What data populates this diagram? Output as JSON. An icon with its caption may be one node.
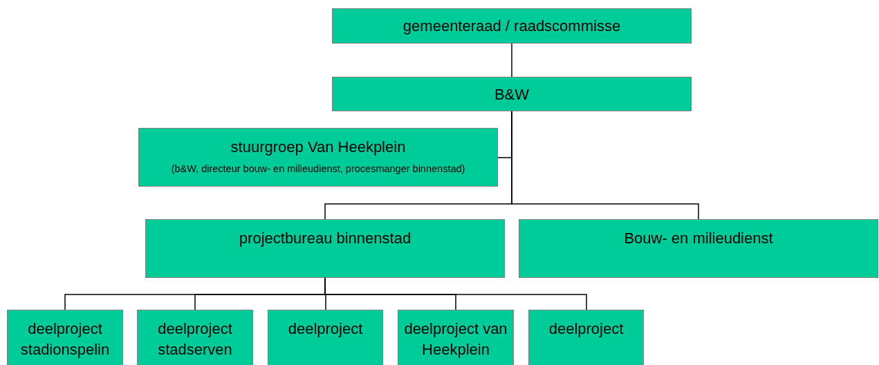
{
  "diagram": {
    "nodes": [
      {
        "text": [
          "gemeenteraad / raadscommisse"
        ]
      },
      {
        "text": [
          "B&W"
        ]
      },
      {
        "text": [
          "stuurgroep Van Heekplein",
          "(b&W, directeur bouw- en milieudienst, procesmanger binnenstad)"
        ]
      },
      {
        "text": [
          "projectbureau binnenstad"
        ]
      },
      {
        "text": [
          "Bouw- en milieudienst"
        ]
      },
      {
        "text": [
          "deelproject stadionspelin"
        ]
      },
      {
        "text": [
          "deelproject stadserven"
        ]
      },
      {
        "text": [
          "deelproject"
        ]
      },
      {
        "text": [
          "deelproject van Heekplein"
        ]
      },
      {
        "text": [
          "deelproject"
        ]
      }
    ],
    "edges": [
      {
        "from": 0,
        "to": 1,
        "arrow": "none"
      },
      {
        "from": 1,
        "to": 2,
        "arrow": "none"
      },
      {
        "from": 1,
        "to": 3,
        "arrow": "none"
      },
      {
        "from": 1,
        "to": 4,
        "arrow": "none"
      },
      {
        "from": 3,
        "to": 5,
        "arrow": "none"
      },
      {
        "from": 3,
        "to": 6,
        "arrow": "none"
      },
      {
        "from": 3,
        "to": 7,
        "arrow": "none"
      },
      {
        "from": 3,
        "to": 8,
        "arrow": "none"
      },
      {
        "from": 3,
        "to": 9,
        "arrow": "none"
      }
    ]
  }
}
